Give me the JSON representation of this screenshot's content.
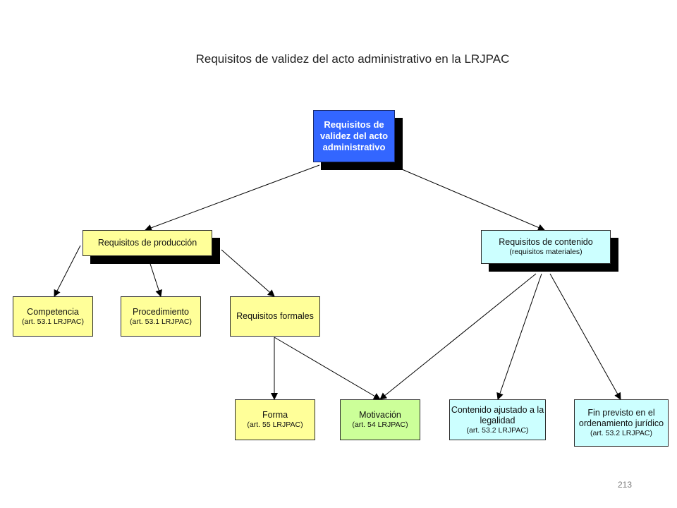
{
  "title": "Requisitos de validez del acto administrativo en la LRJPAC",
  "page_number": "213",
  "colors": {
    "root": "#3366ff",
    "production": "#ffff99",
    "content": "#ccffff",
    "motivation": "#ccff99",
    "shadow": "#000000",
    "border": "#2b2b2b"
  },
  "nodes": {
    "root": {
      "label": "Requisitos de validez del acto administrativo"
    },
    "produccion": {
      "label": "Requisitos de producción"
    },
    "contenido": {
      "label": "Requisitos de contenido",
      "sub": "(requisitos materiales)"
    },
    "competencia": {
      "label": "Competencia",
      "sub": "(art. 53.1 LRJPAC)"
    },
    "procedimiento": {
      "label": "Procedimiento",
      "sub": "(art. 53.1 LRJPAC)"
    },
    "formales": {
      "label": "Requisitos formales"
    },
    "forma": {
      "label": "Forma",
      "sub": "(art. 55 LRJPAC)"
    },
    "motivacion": {
      "label": "Motivación",
      "sub": "(art. 54 LRJPAC)"
    },
    "legalidad": {
      "label": "Contenido ajustado a la legalidad",
      "sub": "(art. 53.2 LRJPAC)"
    },
    "fin": {
      "label": "Fin previsto en el ordenamiento jurídico",
      "sub": "(art. 53.2 LRJPAC)"
    }
  },
  "edges": [
    {
      "from": "root",
      "to": "produccion"
    },
    {
      "from": "root",
      "to": "contenido"
    },
    {
      "from": "produccion",
      "to": "competencia"
    },
    {
      "from": "produccion",
      "to": "procedimiento"
    },
    {
      "from": "produccion",
      "to": "formales"
    },
    {
      "from": "formales",
      "to": "forma"
    },
    {
      "from": "formales",
      "to": "motivacion"
    },
    {
      "from": "contenido",
      "to": "motivacion"
    },
    {
      "from": "contenido",
      "to": "legalidad"
    },
    {
      "from": "contenido",
      "to": "fin"
    }
  ]
}
